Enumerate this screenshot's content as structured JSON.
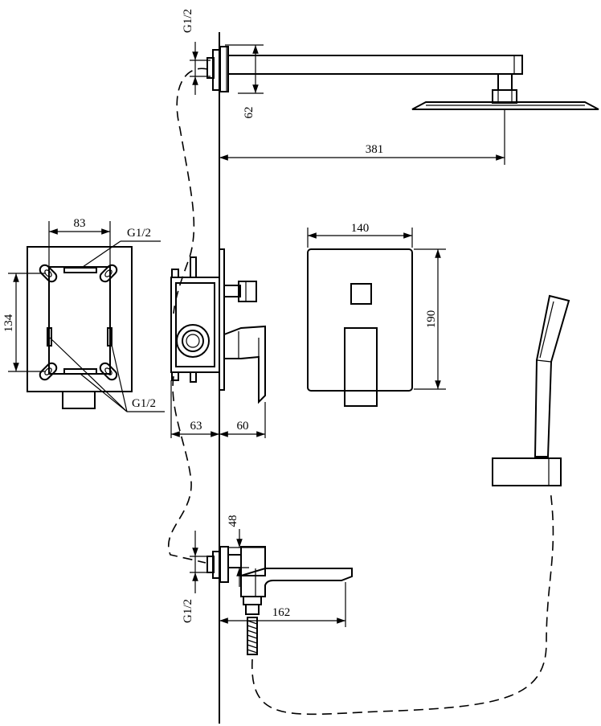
{
  "dimensions": {
    "g12_shower_inlet": "G1/2",
    "shower_arm_height": "62",
    "shower_arm_length": "381",
    "box_width": "83",
    "box_top_thread": "G1/2",
    "box_height": "134",
    "box_bottom_thread": "G1/2",
    "plate_width": "140",
    "plate_height": "190",
    "valve_depth": "63",
    "handle_projection": "60",
    "spout_height": "48",
    "g12_spout_inlet": "G1/2",
    "spout_length": "162"
  }
}
